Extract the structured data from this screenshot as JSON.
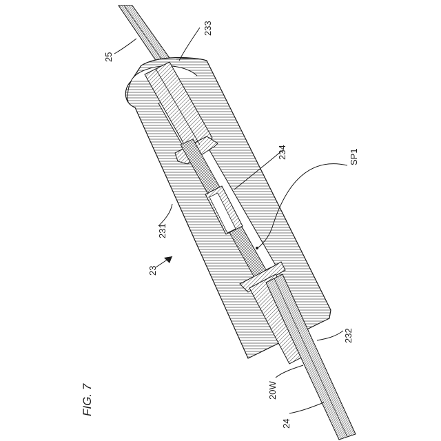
{
  "figure_label": "FIG. 7",
  "labels": {
    "l25": "25",
    "l233": "233",
    "l234": "234",
    "lSP1": "SP1",
    "l231": "231",
    "l23": "23",
    "l232": "232",
    "l20W": "20W",
    "l24": "24"
  },
  "colors": {
    "line": "#1a1a1a",
    "hatch": "#444444",
    "background": "#ffffff"
  }
}
